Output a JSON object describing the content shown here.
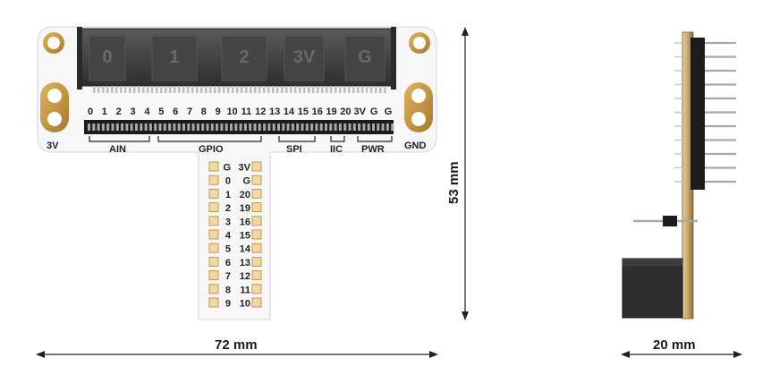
{
  "top_pin_numbers": [
    "0",
    "1",
    "2",
    "3",
    "4",
    "5",
    "6",
    "7",
    "8",
    "9",
    "10",
    "11",
    "12",
    "13",
    "14",
    "15",
    "16",
    "19",
    "20",
    "3V",
    "G",
    "G"
  ],
  "groups": {
    "ain": "AIN",
    "gpio": "GPIO",
    "spi": "SPI",
    "iic": "IIC",
    "pwr": "PWR"
  },
  "corner_labels": {
    "left": "3V",
    "right": "GND"
  },
  "edge_connector_labels": [
    "0",
    "1",
    "2",
    "3V",
    "G"
  ],
  "stem_rows": [
    [
      "G",
      "3V"
    ],
    [
      "0",
      "G"
    ],
    [
      "1",
      "20"
    ],
    [
      "2",
      "19"
    ],
    [
      "3",
      "16"
    ],
    [
      "4",
      "15"
    ],
    [
      "5",
      "14"
    ],
    [
      "6",
      "13"
    ],
    [
      "7",
      "12"
    ],
    [
      "8",
      "11"
    ],
    [
      "9",
      "10"
    ]
  ],
  "dimensions": {
    "width": "72 mm",
    "height": "53 mm",
    "depth": "20 mm"
  },
  "colors": {
    "pcb_white": "#f7f7f9",
    "gold_pad": "#c8963e",
    "connector_dark": "#3a3a3a",
    "header_black": "#1c1c1c",
    "pin_silver": "#a8a8a8",
    "pcb_edge_tan": "#c9a66b"
  }
}
